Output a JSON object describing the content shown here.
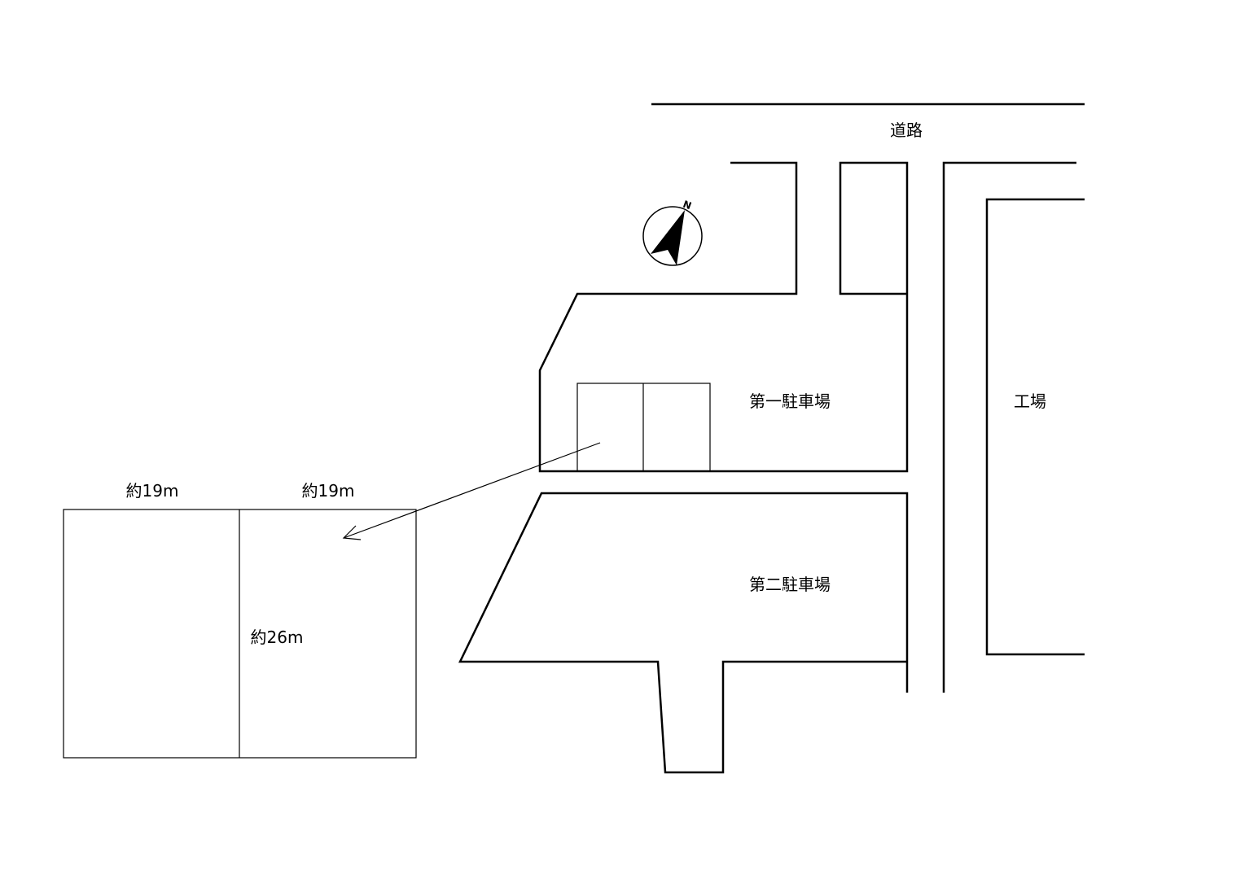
{
  "labels": {
    "road": "道路",
    "parking_1": "第一駐車場",
    "parking_2": "第二駐車場",
    "factory": "工場",
    "width_left": "約19m",
    "width_right": "約19m",
    "depth": "約26m",
    "north": "N"
  },
  "colors": {
    "line": "#000000",
    "background": "#ffffff"
  }
}
